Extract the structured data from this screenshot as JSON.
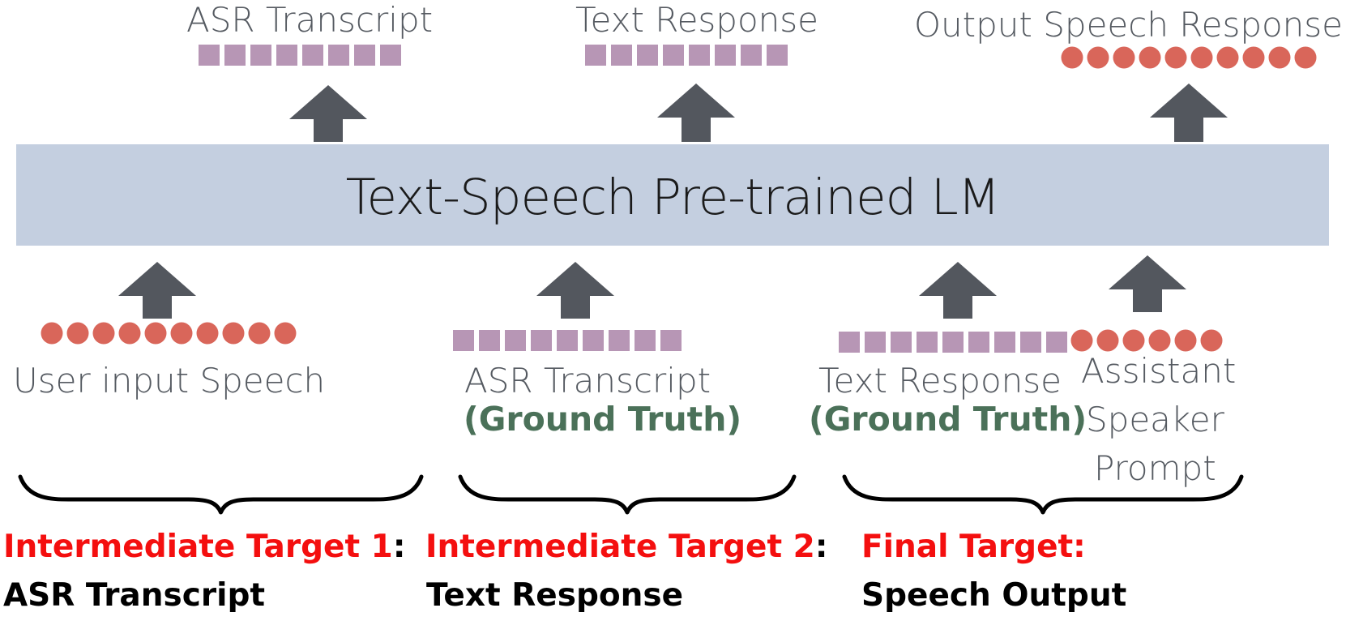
{
  "model": {
    "label": "Text-Speech Pre-trained LM"
  },
  "outputs": [
    {
      "label": "ASR Transcript",
      "token_type": "text"
    },
    {
      "label": "Text Response",
      "token_type": "text"
    },
    {
      "label": "Output Speech Response",
      "token_type": "speech"
    }
  ],
  "inputs": [
    {
      "label": "User input Speech",
      "token_type": "speech"
    },
    {
      "label": "ASR Transcript",
      "sublabel": "(Ground Truth)",
      "token_type": "text"
    },
    {
      "label": "Text Response",
      "sublabel": "(Ground Truth)",
      "token_type": "text"
    },
    {
      "label_lines": [
        "Assistant",
        "Speaker",
        "Prompt"
      ],
      "token_type": "speech"
    }
  ],
  "targets": [
    {
      "title": "Intermediate Target 1",
      "colon": ":",
      "detail": "ASR Transcript"
    },
    {
      "title": "Intermediate Target 2",
      "colon": ":",
      "detail": "Text Response"
    },
    {
      "title": "Final Target:",
      "colon": "",
      "detail": "Speech Output"
    }
  ],
  "colors": {
    "model_box": "#c4cfe0",
    "arrow": "#53575e",
    "text_token": "#b796b5",
    "speech_token": "#d9665a",
    "ground_truth": "#4b7159",
    "target_title": "#f40f0f",
    "target_detail": "#000000",
    "label_text": "#555a61"
  },
  "icons": {
    "arrow": "up-arrow-icon",
    "brace": "curly-brace-icon"
  }
}
